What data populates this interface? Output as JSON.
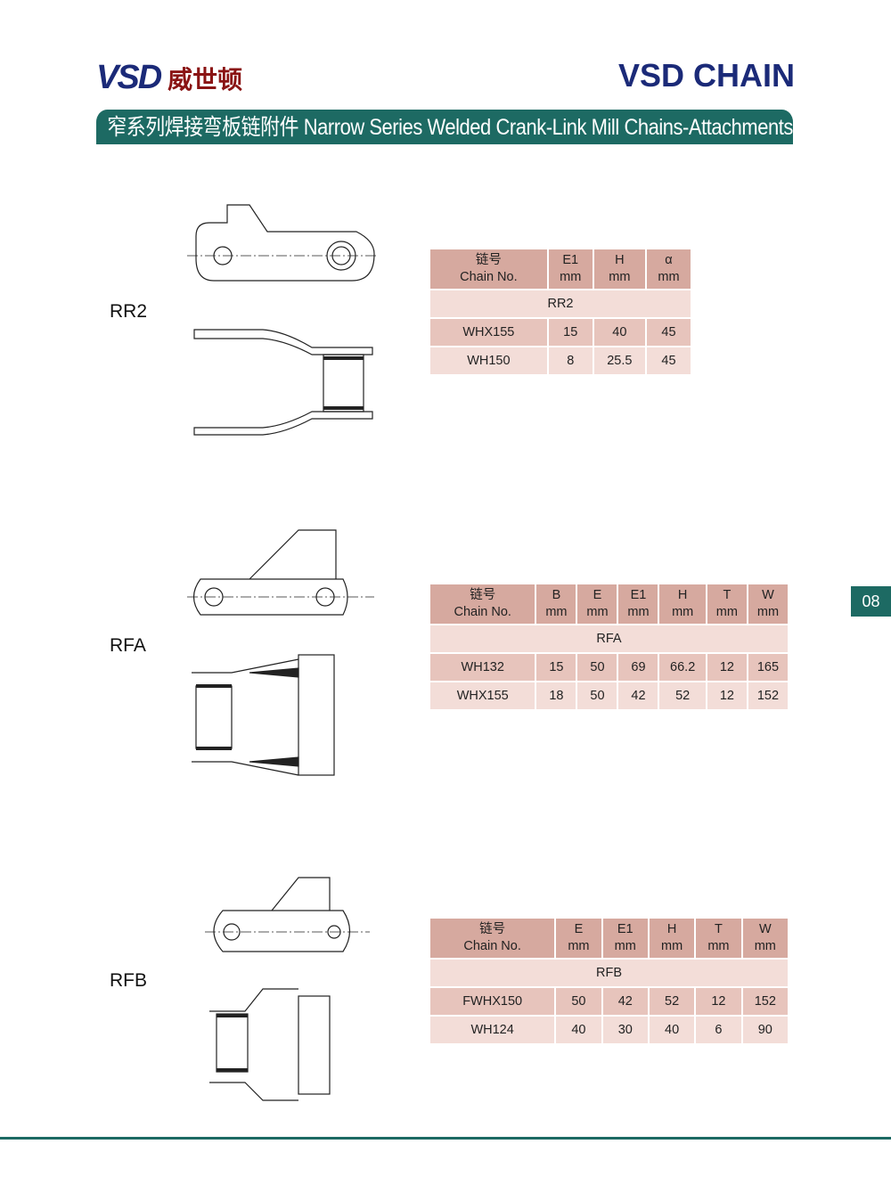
{
  "header": {
    "logo_text": "VSD",
    "logo_cn": "威世顿",
    "brand": "VSD CHAIN"
  },
  "banner": "窄系列焊接弯板链附件   Narrow Series Welded Crank-Link Mill Chains-Attachments",
  "page_tab": "08",
  "colors": {
    "teal": "#1d6a63",
    "navy": "#1b2a78",
    "header_cell": "#d6a99f",
    "light_cell": "#f3ddd8",
    "mid_cell": "#e7c4bc"
  },
  "sections": [
    {
      "label": "RR2",
      "cols": [
        [
          "链号",
          "Chain No."
        ],
        [
          "E1",
          "mm"
        ],
        [
          "H",
          "mm"
        ],
        [
          "α",
          "mm"
        ]
      ],
      "group": "RR2",
      "rows": [
        [
          "WHX155",
          "15",
          "40",
          "45"
        ],
        [
          "WH150",
          "8",
          "25.5",
          "45"
        ]
      ]
    },
    {
      "label": "RFA",
      "cols": [
        [
          "链号",
          "Chain No."
        ],
        [
          "B",
          "mm"
        ],
        [
          "E",
          "mm"
        ],
        [
          "E1",
          "mm"
        ],
        [
          "H",
          "mm"
        ],
        [
          "T",
          "mm"
        ],
        [
          "W",
          "mm"
        ]
      ],
      "group": "RFA",
      "rows": [
        [
          "WH132",
          "15",
          "50",
          "69",
          "66.2",
          "12",
          "165"
        ],
        [
          "WHX155",
          "18",
          "50",
          "42",
          "52",
          "12",
          "152"
        ]
      ]
    },
    {
      "label": "RFB",
      "cols": [
        [
          "链号",
          "Chain No."
        ],
        [
          "E",
          "mm"
        ],
        [
          "E1",
          "mm"
        ],
        [
          "H",
          "mm"
        ],
        [
          "T",
          "mm"
        ],
        [
          "W",
          "mm"
        ]
      ],
      "group": "RFB",
      "rows": [
        [
          "FWHX150",
          "50",
          "42",
          "52",
          "12",
          "152"
        ],
        [
          "WH124",
          "40",
          "30",
          "40",
          "6",
          "90"
        ]
      ]
    }
  ]
}
